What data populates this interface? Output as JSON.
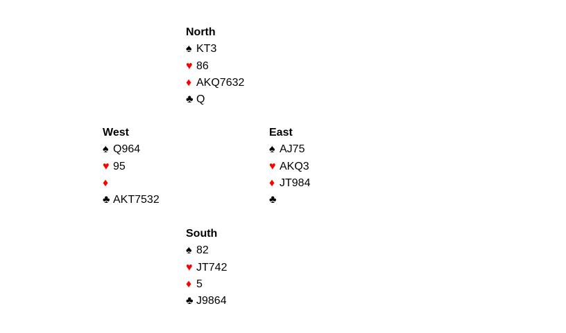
{
  "suits": {
    "spades": {
      "symbol": "♠",
      "color": "#000000"
    },
    "hearts": {
      "symbol": "♥",
      "color": "#ff0000"
    },
    "diamonds": {
      "symbol": "♦",
      "color": "#ff0000"
    },
    "clubs": {
      "symbol": "♣",
      "color": "#000000"
    }
  },
  "hands": {
    "north": {
      "title": "North",
      "spades": "KT3",
      "hearts": "86",
      "diamonds": "AKQ7632",
      "clubs": "Q"
    },
    "west": {
      "title": "West",
      "spades": "Q964",
      "hearts": "95",
      "diamonds": "",
      "clubs": "AKT7532"
    },
    "east": {
      "title": "East",
      "spades": "AJ75",
      "hearts": "AKQ3",
      "diamonds": "JT984",
      "clubs": ""
    },
    "south": {
      "title": "South",
      "spades": "82",
      "hearts": "JT742",
      "diamonds": "5",
      "clubs": "J9864"
    }
  }
}
